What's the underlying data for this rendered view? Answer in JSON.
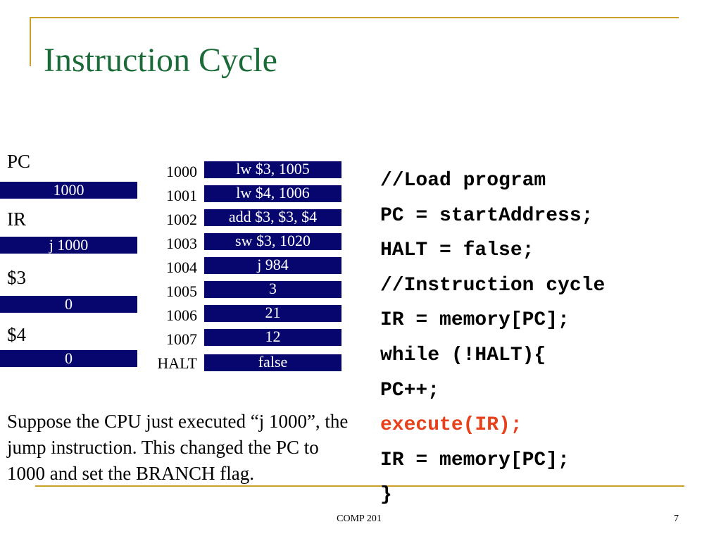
{
  "title": "Instruction Cycle",
  "registers": {
    "pc": {
      "label": "PC",
      "value": "1000"
    },
    "ir": {
      "label": "IR",
      "value": "j 1000"
    },
    "r3": {
      "label": "$3",
      "value": "0"
    },
    "r4": {
      "label": "$4",
      "value": "0"
    }
  },
  "memory": [
    {
      "address": "1000",
      "content": "lw $3, 1005"
    },
    {
      "address": "1001",
      "content": "lw $4, 1006"
    },
    {
      "address": "1002",
      "content": "add $3, $3, $4"
    },
    {
      "address": "1003",
      "content": "sw $3, 1020"
    },
    {
      "address": "1004",
      "content": "j 984"
    },
    {
      "address": "1005",
      "content": "3"
    },
    {
      "address": "1006",
      "content": "21"
    },
    {
      "address": "1007",
      "content": "12"
    },
    {
      "address": "HALT",
      "content": "false"
    }
  ],
  "note": "Suppose the CPU just executed  “j 1000”, the jump instruction. This changed the PC to 1000 and set the BRANCH flag.",
  "code_lines": [
    "//Load program",
    "PC = startAddress;",
    "HALT = false;",
    "//Instruction cycle",
    "IR = memory[PC];",
    "while (!HALT){",
    "PC++;",
    "execute(IR);",
    "IR = memory[PC];",
    "}"
  ],
  "highlight_color": "#e8401a",
  "title_color": "#1a6b38",
  "cell_color": "#06066e",
  "footer": {
    "course": "COMP 201",
    "page": "7"
  }
}
